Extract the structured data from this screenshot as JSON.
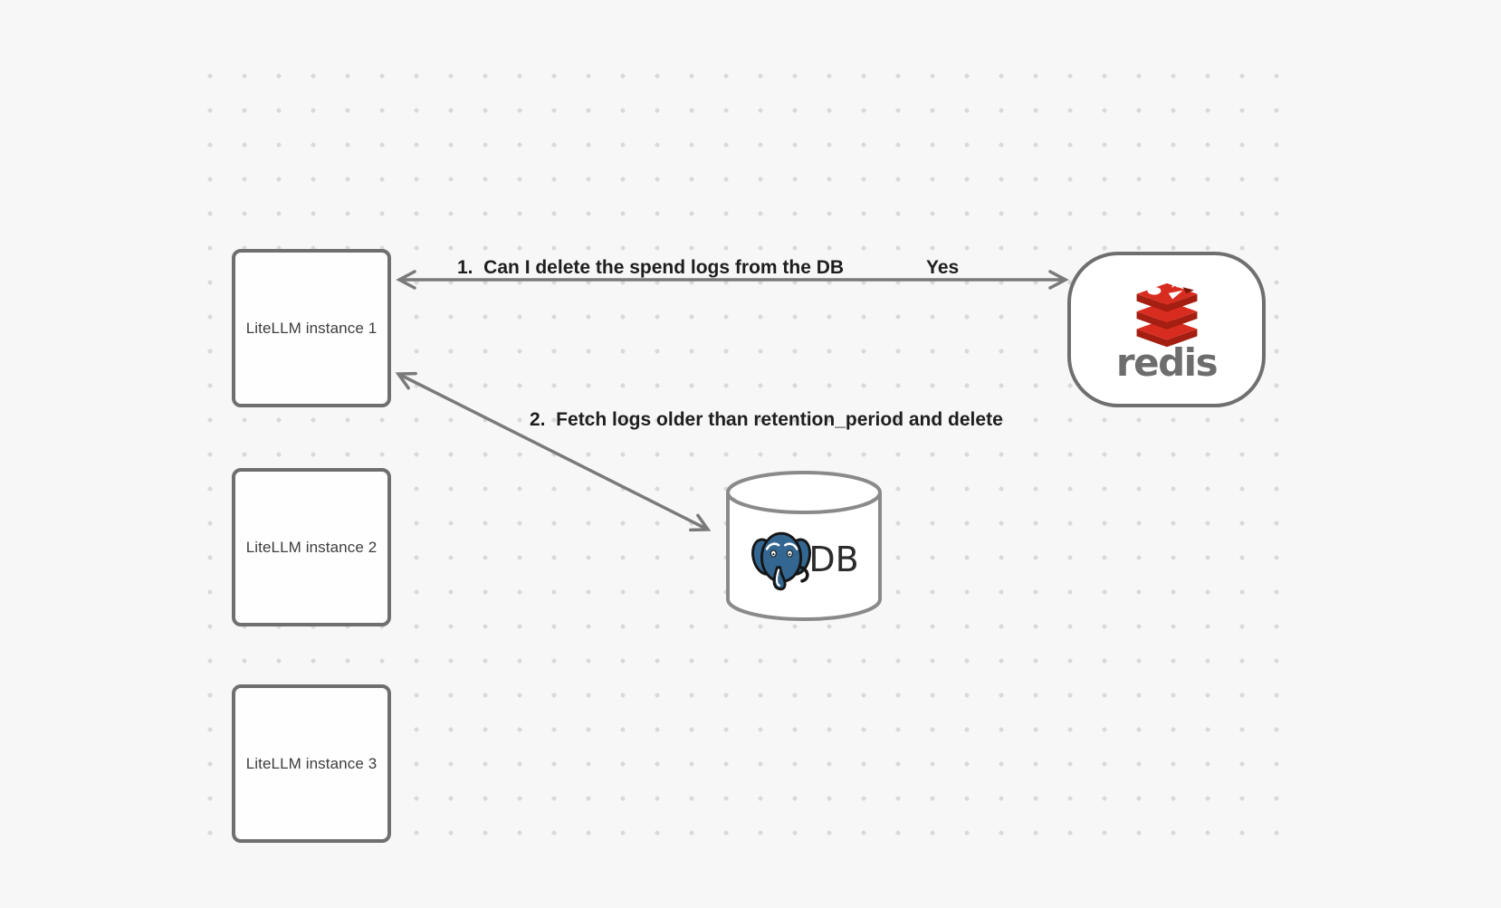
{
  "app": {
    "type": "architecture-diagram",
    "background_color": "#f7f7f7",
    "dot_grid_color": "#d9d9d9",
    "shape_border_color": "#6f6f6f",
    "arrow_color": "#7a7a7a"
  },
  "nodes": {
    "litellm_instances": [
      {
        "label": "LiteLLM instance 1"
      },
      {
        "label": "LiteLLM instance 2"
      },
      {
        "label": "LiteLLM instance 3"
      }
    ],
    "redis": {
      "wordmark": "redis",
      "icon": "redis-logo",
      "colors": {
        "red": "#D82C20",
        "dark_red": "#A41E11",
        "notch": "#7e150a",
        "wordmark_gray": "#6d6d6d"
      }
    },
    "db": {
      "label": "DB",
      "icon": "postgresql-elephant",
      "colors": {
        "blue": "#336791",
        "outline": "#151515"
      }
    }
  },
  "edges": [
    {
      "id": "1",
      "label": "1.  Can I delete the spend logs from the DB",
      "response": "Yes",
      "from": "LiteLLM instance 1",
      "to": "redis",
      "arrowheads": "both"
    },
    {
      "id": "2",
      "label": "2.  Fetch logs older than retention_period and delete",
      "from": "LiteLLM instance 1",
      "to": "DB",
      "arrowheads": "both"
    }
  ]
}
